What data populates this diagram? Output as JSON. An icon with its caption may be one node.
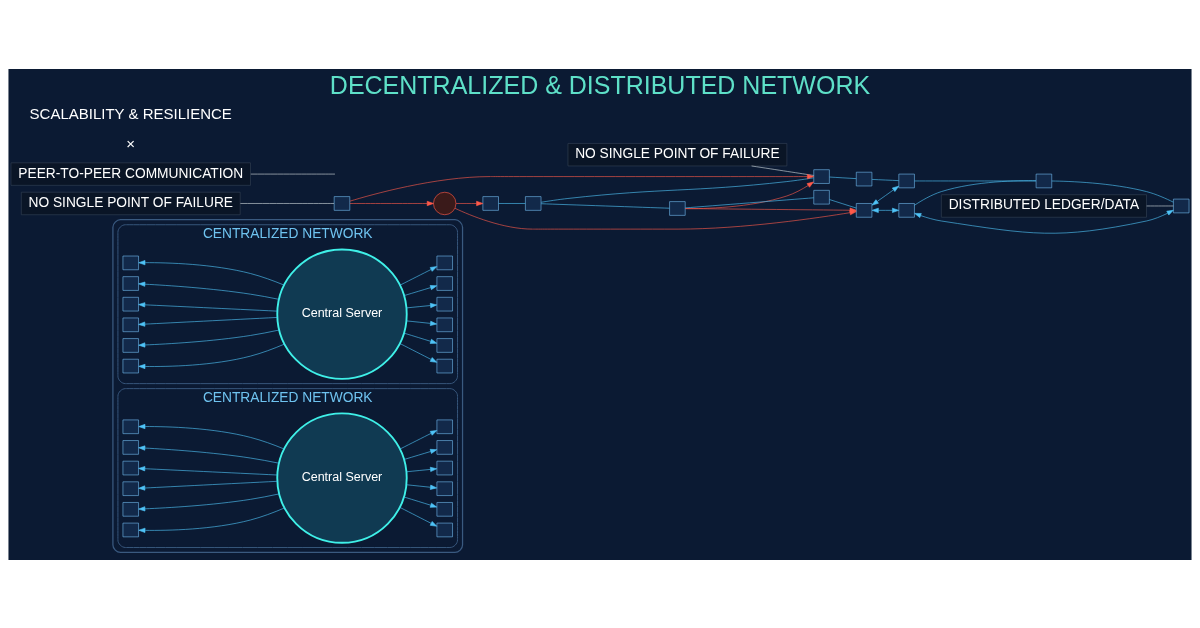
{
  "diagram": {
    "title": "DECENTRALIZED & DISTRIBUTED NETWORK",
    "nodes": [
      {
        "text": [],
        "shape": "box"
      },
      {
        "text": [
          "CENTRALIZED NETWORK"
        ],
        "in": 0
      },
      {
        "text": [
          "Central Server"
        ],
        "in": 1
      },
      {
        "text": [],
        "shape": "box",
        "in": 1
      },
      {
        "text": [],
        "shape": "box",
        "in": 1
      },
      {
        "text": [],
        "shape": "box",
        "in": 1
      },
      {
        "text": [],
        "shape": "box",
        "in": 1
      },
      {
        "text": [],
        "shape": "box",
        "in": 1
      },
      {
        "text": [],
        "shape": "box",
        "in": 1
      },
      {
        "text": [],
        "shape": "box",
        "in": 1
      },
      {
        "text": [],
        "shape": "box",
        "in": 1
      },
      {
        "text": [],
        "shape": "box",
        "in": 1
      },
      {
        "text": [],
        "shape": "box",
        "in": 1
      },
      {
        "text": [],
        "shape": "box",
        "in": 1
      },
      {
        "text": [],
        "shape": "box",
        "in": 1
      },
      {
        "text": [
          "CENTRALIZED NETWORK"
        ],
        "in": 0
      },
      {
        "text": [
          "Central Server"
        ],
        "in": 15
      },
      {
        "text": [],
        "shape": "box",
        "in": 15
      },
      {
        "text": [],
        "shape": "box",
        "in": 15
      },
      {
        "text": [],
        "shape": "box",
        "in": 15
      },
      {
        "text": [],
        "shape": "box",
        "in": 15
      },
      {
        "text": [],
        "shape": "box",
        "in": 15
      },
      {
        "text": [],
        "shape": "box",
        "in": 15
      },
      {
        "text": [],
        "shape": "box",
        "in": 15
      },
      {
        "text": [],
        "shape": "box",
        "in": 15
      },
      {
        "text": [],
        "shape": "box",
        "in": 15
      },
      {
        "text": [],
        "shape": "box",
        "in": 15
      },
      {
        "text": [],
        "shape": "box",
        "in": 15
      },
      {
        "text": [],
        "shape": "box",
        "in": 15
      },
      {
        "text": [
          "NO SINGLE POINT OF FAILURE"
        ]
      },
      {
        "text": [],
        "shape": "box"
      },
      {
        "text": [],
        "shape": "box"
      },
      {
        "text": [],
        "shape": "box"
      },
      {
        "text": [],
        "shape": "box"
      },
      {
        "text": [],
        "shape": "box"
      },
      {
        "text": [],
        "shape": "box"
      },
      {
        "text": [
          "DISTRIBUTED LEDGER/DATA"
        ]
      },
      {
        "text": [],
        "shape": "box"
      },
      {
        "text": [],
        "shape": "box"
      },
      {
        "text": [],
        "shape": "box"
      },
      {
        "text": [
          "NO SINGLE POINT OF FAILURE"
        ]
      },
      {
        "text": [],
        "shape": "circle"
      },
      {
        "text": [],
        "shape": "box"
      },
      {
        "text": [],
        "shape": "box"
      },
      {
        "text": [],
        "shape": "box"
      },
      {
        "text": [
          "PEER-TO-PEER COMMUNICATION"
        ]
      }
    ],
    "edges": [
      {
        "from": 2,
        "to": 3,
        "arrow": "to"
      },
      {
        "from": 2,
        "to": 4,
        "arrow": "to"
      },
      {
        "from": 2,
        "to": 5,
        "arrow": "to"
      },
      {
        "from": 2,
        "to": 6,
        "arrow": "to"
      },
      {
        "from": 2,
        "to": 7,
        "arrow": "to"
      },
      {
        "from": 2,
        "to": 8,
        "arrow": "to"
      },
      {
        "from": 2,
        "to": 9,
        "arrow": "to"
      },
      {
        "from": 2,
        "to": 10,
        "arrow": "to"
      },
      {
        "from": 2,
        "to": 11,
        "arrow": "to"
      },
      {
        "from": 2,
        "to": 12,
        "arrow": "to"
      },
      {
        "from": 2,
        "to": 13,
        "arrow": "to"
      },
      {
        "from": 2,
        "to": 14,
        "arrow": "to"
      },
      {
        "from": 16,
        "to": 17,
        "arrow": "to"
      },
      {
        "from": 16,
        "to": 18,
        "arrow": "to"
      },
      {
        "from": 16,
        "to": 19,
        "arrow": "to"
      },
      {
        "from": 16,
        "to": 20,
        "arrow": "to"
      },
      {
        "from": 16,
        "to": 21,
        "arrow": "to"
      },
      {
        "from": 16,
        "to": 22,
        "arrow": "to"
      },
      {
        "from": 16,
        "to": 23,
        "arrow": "to"
      },
      {
        "from": 16,
        "to": 24,
        "arrow": "to"
      },
      {
        "from": 16,
        "to": 25,
        "arrow": "to"
      },
      {
        "from": 16,
        "to": 26,
        "arrow": "to"
      },
      {
        "from": 16,
        "to": 27,
        "arrow": "to"
      },
      {
        "from": 16,
        "to": 28,
        "arrow": "to"
      },
      {
        "from": 29,
        "to": 31,
        "arrow": "none",
        "color": "#cfd8dc"
      },
      {
        "from": 30,
        "to": 31,
        "arrow": "none"
      },
      {
        "from": 31,
        "to": 32,
        "arrow": "none"
      },
      {
        "from": 32,
        "to": 33,
        "arrow": "none"
      },
      {
        "from": 33,
        "to": 34,
        "arrow": "none"
      },
      {
        "from": 34,
        "to": 35,
        "arrow": "none"
      },
      {
        "from": 36,
        "to": 35,
        "arrow": "none",
        "color": "#cfd8dc"
      },
      {
        "from": 30,
        "to": 37,
        "arrow": "none"
      },
      {
        "from": 37,
        "to": 38,
        "arrow": "none"
      },
      {
        "from": 38,
        "to": 42,
        "arrow": "none"
      },
      {
        "from": 40,
        "to": 39,
        "arrow": "none",
        "color": "#cfd8dc"
      },
      {
        "from": 37,
        "to": 31,
        "arrow": "to",
        "color": "#ff5a4a"
      },
      {
        "from": 39,
        "to": 31,
        "arrow": "to",
        "color": "#ff5a4a"
      },
      {
        "from": 37,
        "to": 42,
        "arrow": "to",
        "color": "#ff5a4a"
      },
      {
        "from": 39,
        "to": 41,
        "arrow": "to",
        "color": "#ff5a4a"
      },
      {
        "from": 41,
        "to": 42,
        "arrow": "to",
        "color": "#ff5a4a"
      },
      {
        "from": 41,
        "to": 43,
        "arrow": "to",
        "color": "#ff5a4a"
      },
      {
        "from": 42,
        "to": 33,
        "arrow": "both"
      },
      {
        "from": 42,
        "to": 44,
        "arrow": "both"
      },
      {
        "from": 44,
        "to": 35,
        "arrow": "both"
      },
      {
        "from": 45,
        "to": null,
        "arrow": "none",
        "color": "#cfd8dc"
      },
      {
        "from": 43,
        "to": 30,
        "arrow": "none"
      },
      {
        "from": 44,
        "to": 34,
        "arrow": "none"
      }
    ],
    "labels": [
      "×",
      "SCALABILITY & RESILIENCE"
    ]
  }
}
